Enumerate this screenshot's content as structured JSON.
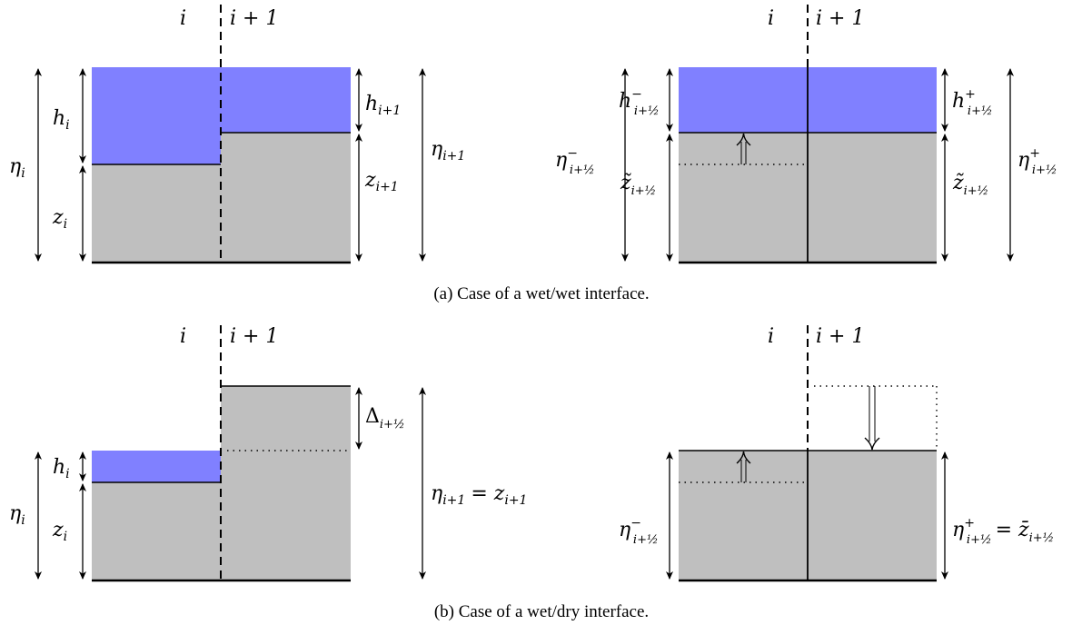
{
  "colors": {
    "water": "#8080ff",
    "bed": "#bfbfbf",
    "line": "#000000"
  },
  "labels": {
    "i": "i",
    "i_plus_1": "i + 1",
    "h_i": "h",
    "h_i_sub": "i",
    "z_i": "z",
    "z_i_sub": "i",
    "eta_i": "η",
    "eta_i_sub": "i",
    "h_ip1": "h",
    "h_ip1_sub": "i+1",
    "z_ip1": "z",
    "z_ip1_sub": "i+1",
    "eta_ip1": "η",
    "eta_ip1_sub": "i+1",
    "half_sub": "i+½",
    "h_minus": "h",
    "h_plus": "h",
    "sup_minus": "−",
    "sup_plus": "+",
    "eta_minus": "η",
    "eta_plus": "η",
    "ztilde": "z̃",
    "delta": "Δ",
    "eta_ip1_eq": "η",
    "eq_z": "= z",
    "eq_zbar": "= z̄"
  },
  "captions": {
    "a": "(a) Case of a wet/wet interface.",
    "b": "(b) Case of a wet/dry interface."
  }
}
